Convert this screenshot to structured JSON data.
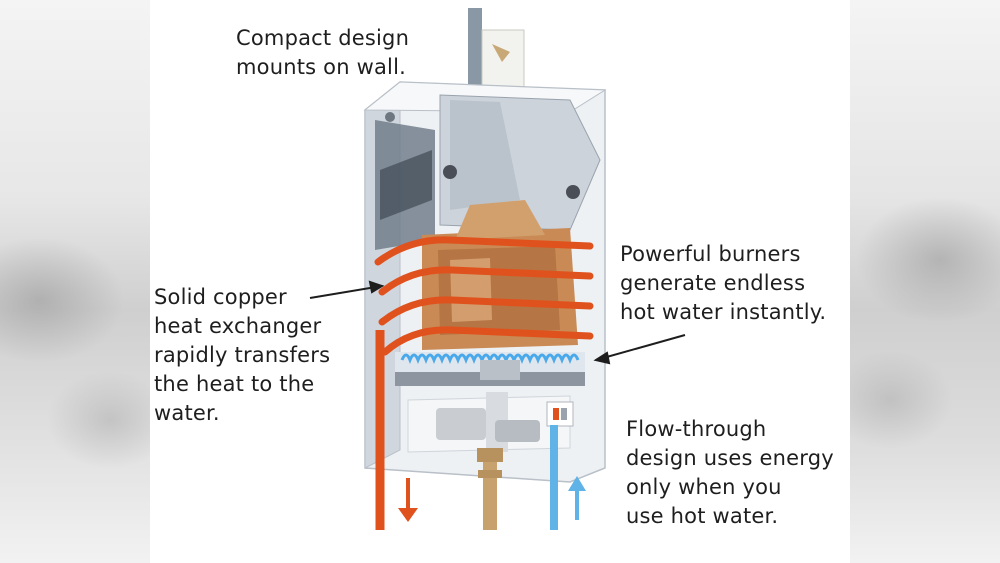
{
  "labels": {
    "compact": "Compact design\nmounts on wall.",
    "burners": "Powerful burners\ngenerate endless\nhot water instantly.",
    "copper": "Solid copper\nheat exchanger\nrapidly transfers\nthe heat to the\nwater.",
    "flow": "Flow-through\ndesign uses energy\nonly when you\nuse hot water."
  },
  "colors": {
    "hot_pipe": "#e0521d",
    "cold_pipe": "#5fb3e6",
    "copper": "#c9824a",
    "flame": "#4aa9ea",
    "casing": "#dfe3e8"
  }
}
